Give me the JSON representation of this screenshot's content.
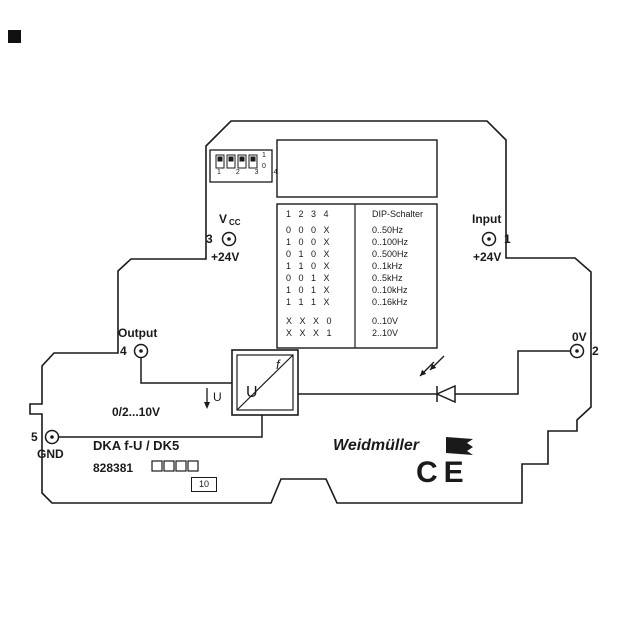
{
  "terminals": {
    "t1": {
      "num": "1",
      "label": "Input",
      "supply": "+24V"
    },
    "t2": {
      "num": "2",
      "label": "0V"
    },
    "t3": {
      "num": "3",
      "label_main": "V",
      "label_sub": "CC",
      "supply": "+24V"
    },
    "t4": {
      "num": "4",
      "label": "Output"
    },
    "t5": {
      "num": "5",
      "label": "GND"
    }
  },
  "converter_block": {
    "upper": "f",
    "lower": "U"
  },
  "signals": {
    "output_range": "0/2...10V",
    "u_arrow": "U"
  },
  "dip_switch": {
    "positions": "1 2 3 4",
    "on": "1",
    "off": "0"
  },
  "dip_table": {
    "header_cols": "1 2 3 4",
    "header_label": "DIP-Schalter",
    "rows": [
      {
        "sw": "0 0 0 X",
        "label": "0..50Hz"
      },
      {
        "sw": "1 0 0 X",
        "label": "0..100Hz"
      },
      {
        "sw": "0 1 0 X",
        "label": "0..500Hz"
      },
      {
        "sw": "1 1 0 X",
        "label": "0..1kHz"
      },
      {
        "sw": "0 0 1 X",
        "label": "0..5kHz"
      },
      {
        "sw": "1 0 1 X",
        "label": "0..10kHz"
      },
      {
        "sw": "1 1 1 X",
        "label": "0..16kHz"
      },
      {
        "sw": "X X X 0",
        "label": "0..10V"
      },
      {
        "sw": "X X X 1",
        "label": "2..10V"
      }
    ]
  },
  "branding": {
    "manufacturer": "Weidmüller",
    "ce_mark": "CE"
  },
  "product": {
    "name": "DKA f-U / DK5",
    "article_no": "828381",
    "code": "10"
  }
}
